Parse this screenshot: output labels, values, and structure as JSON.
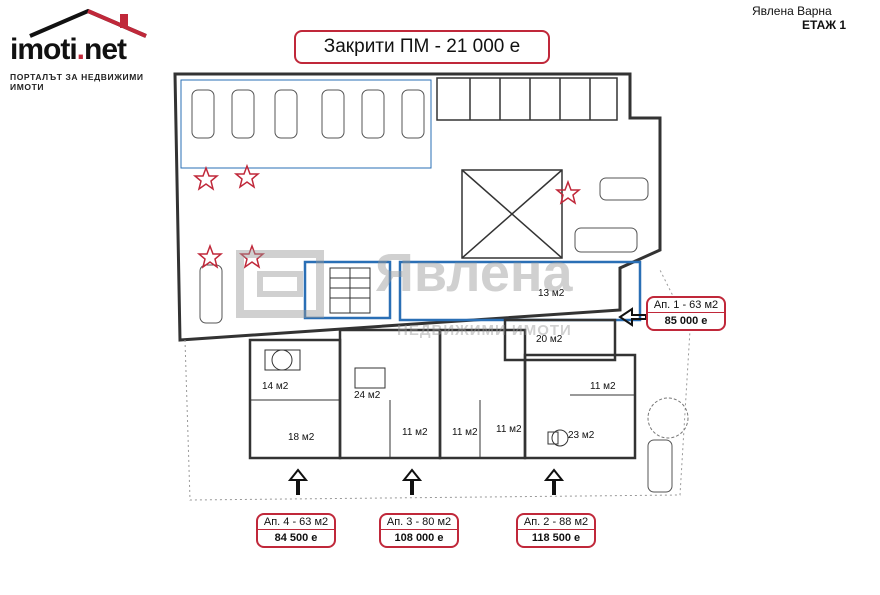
{
  "header": {
    "logo_main": "imoti",
    "logo_dot": ".",
    "logo_suffix": "net",
    "logo_tagline": "ПОРТАЛЪТ ЗА НЕДВИЖИМИ ИМОТИ",
    "agency": "Явлена Варна",
    "floor_label": "ЕТАЖ 1"
  },
  "title": "Закрити ПМ - 21 000 е",
  "apartments": [
    {
      "label": "Ап. 1 - 63 м2",
      "price": "85 000 е"
    },
    {
      "label": "Ап. 4 - 63 м2",
      "price": "84 500 е"
    },
    {
      "label": "Ап. 3 - 80 м2",
      "price": "108 000 е"
    },
    {
      "label": "Ап. 2 - 88 м2",
      "price": "118 500 е"
    }
  ],
  "rooms": [
    "13 м2",
    "20 м2",
    "14 м2",
    "24 м2",
    "11 м2",
    "18 м2",
    "11 м2",
    "11 м2",
    "11 м2",
    "23 м2"
  ],
  "watermark": {
    "main": "Явлена",
    "sub": "НЕДВИЖИМИ ИМОТИ"
  },
  "colors": {
    "accent": "#c0283a",
    "line": "#2a6fb5",
    "wall": "#333333"
  }
}
